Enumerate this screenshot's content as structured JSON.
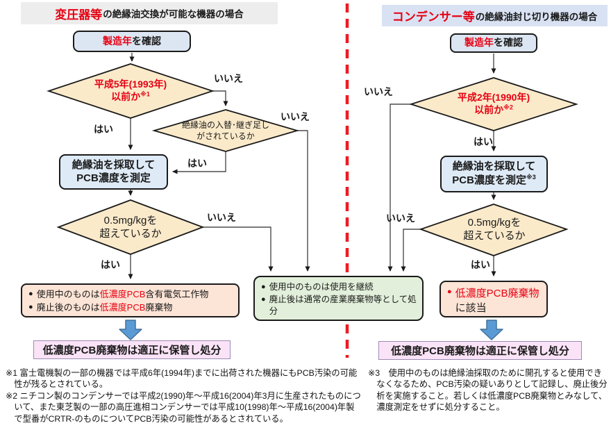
{
  "labels": {
    "yes": "はい",
    "no": "いいえ"
  },
  "left": {
    "header": {
      "highlight": "変圧器等",
      "rest": "の絶縁油交換が可能な機器の場合"
    },
    "start": {
      "highlight": "製造年",
      "rest": "を確認"
    },
    "decision_year": {
      "line1": "平成5年(1993年)",
      "line2": "以前か",
      "note_ref": "※1"
    },
    "decision_oil_change": {
      "line1": "絶縁油の入替･継ぎ足し",
      "line2": "がされているか"
    },
    "measure_box": {
      "line1": "絶縁油を採取して",
      "line2": "PCB濃度を測定"
    },
    "decision_threshold": {
      "line1": "0.5mg/kgを",
      "line2": "超えているか"
    },
    "result_box": {
      "bullet": "●",
      "item1": {
        "pre": "使用中のものは",
        "highlight": "低濃度PCB",
        "post": "含有電気工作物"
      },
      "item2": {
        "pre": "廃止後のものは",
        "highlight": "低濃度PCB",
        "post": "廃棄物"
      }
    },
    "final_box": "低濃度PCB廃棄物は適正に保管し処分"
  },
  "right": {
    "header": {
      "highlight": "コンデンサー等",
      "rest": "の絶縁油封じ切り機器の場合"
    },
    "start": {
      "highlight": "製造年",
      "rest": "を確認"
    },
    "decision_year": {
      "line1": "平成2年(1990年)",
      "line2": "以前か",
      "note_ref": "※2"
    },
    "measure_box": {
      "line1": "絶縁油を採取して",
      "line2": "PCB濃度を測定",
      "note_ref": "※3"
    },
    "decision_threshold": {
      "line1": "0.5mg/kgを",
      "line2": "超えているか"
    },
    "result_box": {
      "bullet": "●",
      "highlight": "低濃度PCB廃棄物",
      "rest": "に該当"
    },
    "final_box": "低濃度PCB廃棄物は適正に保管し処分"
  },
  "middle": {
    "continue_box": {
      "bullet": "●",
      "item1": "使用中のものは使用を継続",
      "item2": "廃止後は通常の産業廃棄物等として処分"
    }
  },
  "footnotes": {
    "note1": "※1 富士電機製の一部の機器では平成6年(1994年)までに出荷された機器にもPCB汚染の可能性が残るとされている。",
    "note2": "※2 ニチコン製のコンデンサーでは平成2(1990)年～平成16(2004)年3月に生産されたものについて、また東芝製の一部の高圧進相コンデンサーでは平成10(1998)年～平成16(2004)年製で型番がCRTR-のものについてPCB汚染の可能性があるとされている。",
    "note3": "※3　使用中のものは絶縁油採取のために開孔すると使用できなくなるため、PCB汚染の疑いありとして記録し、廃止後分析を実施すること。若しくは低濃度PCB廃棄物とみなして、濃度測定をせずに処分すること。"
  },
  "colors": {
    "accent_red": "#e60012",
    "divider_red": "#ed1c24",
    "diamond_fill": "#faeaca",
    "process_blue": "#deeaf6",
    "start_blue": "#dce6f2",
    "result_peach": "#fce4d6",
    "continue_green": "#e2efda",
    "final_pink": "#fbe3f7",
    "header_gray": "#ededed",
    "header_blue": "#d9e2f3",
    "big_arrow_blue": "#5b9bd5",
    "big_arrow_border": "#41719c"
  }
}
